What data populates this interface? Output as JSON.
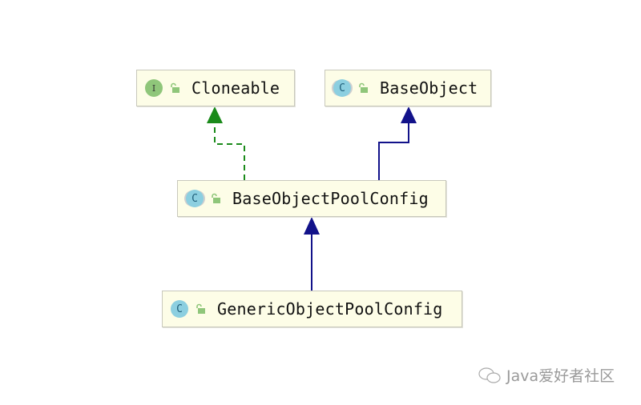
{
  "nodes": {
    "cloneable": {
      "name": "Cloneable",
      "kind": "I"
    },
    "base_object": {
      "name": "BaseObject",
      "kind": "C"
    },
    "base_pool_config": {
      "name": "BaseObjectPoolConfig",
      "kind": "C"
    },
    "generic_pool_config": {
      "name": "GenericObjectPoolConfig",
      "kind": "C"
    }
  },
  "colors": {
    "implements": "#1a8a1a",
    "extends": "#12128a",
    "node_bg": "#fdfde7"
  },
  "watermark": "Java爱好者社区"
}
